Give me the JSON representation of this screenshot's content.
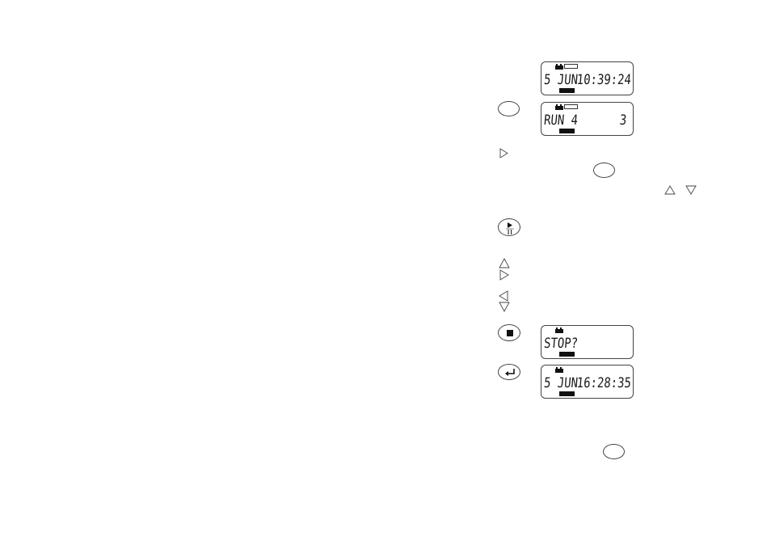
{
  "displays": [
    {
      "left": "5 JUN",
      "right": "10:39:24",
      "has_box": true
    },
    {
      "left": "RUN 4",
      "right": "3",
      "has_box": true
    },
    {
      "left": "STOP?",
      "right": "",
      "has_box": false
    },
    {
      "left": "5 JUN",
      "right": "16:28:35",
      "has_box": false
    }
  ],
  "icons": {
    "blank_button": "blank-oval-button-icon",
    "play_pause": "play-pause-icon",
    "stop": "stop-icon",
    "enter": "enter-return-icon",
    "right": "right-triangle-icon",
    "left": "left-triangle-icon",
    "up": "up-triangle-icon",
    "down": "down-triangle-icon",
    "battery": "battery-icon"
  }
}
